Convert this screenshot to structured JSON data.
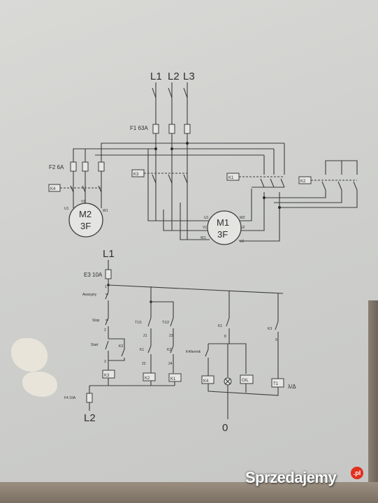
{
  "schematic": {
    "phases": [
      "L1",
      "L2",
      "L3"
    ],
    "fuse_main": "F1 63A",
    "fuse_aux": "F2 6A",
    "contactors": {
      "k1": "K1",
      "k2": "K2",
      "k3": "K3",
      "k4": "K4"
    },
    "motor_m2": {
      "name": "M2",
      "type": "3F",
      "terminals": [
        "U1",
        "V1",
        "W1"
      ]
    },
    "motor_m1": {
      "name": "M1",
      "type": "3F",
      "terminals": [
        "U1",
        "V1",
        "W1",
        "W2",
        "U2",
        "V2"
      ]
    },
    "control": {
      "supply": "L1",
      "fuse_top": "E3 10A",
      "fuse_bottom": "F4 10A",
      "return": "L2",
      "neutral": "0",
      "node1": "1",
      "emergency": "Awaryjny",
      "stop": "Stop",
      "start": "Start",
      "node2": "2",
      "node3": "3",
      "k3_aux": "K3",
      "t1_1": "T1/1",
      "t1_2": "T1/2",
      "n21": "21",
      "n22": "22",
      "n23": "23",
      "n24": "24",
      "k1_aux": "K1",
      "k2_aux": "K2",
      "k4_term": "K4/termik",
      "k1_top": "K1",
      "k3_top": "K3",
      "n8": "8",
      "n9": "9",
      "coils": [
        "K3",
        "K2",
        "K1",
        "K4",
        "OIL",
        "T1"
      ],
      "star_delta": "λ/Δ"
    }
  },
  "watermark": {
    "text": "Sprzedajemy",
    "badge": ".pl"
  }
}
